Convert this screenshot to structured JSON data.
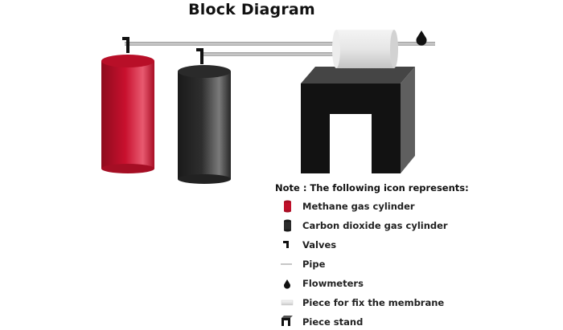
{
  "title": "Block Diagram",
  "note": "Note : The following icon represents:",
  "legend": [
    {
      "icon": "methane-cylinder-icon",
      "label": "Methane gas cylinder"
    },
    {
      "icon": "co2-cylinder-icon",
      "label": "Carbon dioxide gas cylinder"
    },
    {
      "icon": "valve-icon",
      "label": "Valves"
    },
    {
      "icon": "pipe-icon",
      "label": "Pipe"
    },
    {
      "icon": "flowmeter-icon",
      "label": "Flowmeters"
    },
    {
      "icon": "membrane-piece-icon",
      "label": "Piece for fix the membrane"
    },
    {
      "icon": "piece-stand-icon",
      "label": "Piece stand"
    }
  ],
  "colors": {
    "methane": "#c0102a",
    "co2": "#2b2b2b",
    "pipe": "#bdbdbd",
    "stand": "#111111"
  }
}
